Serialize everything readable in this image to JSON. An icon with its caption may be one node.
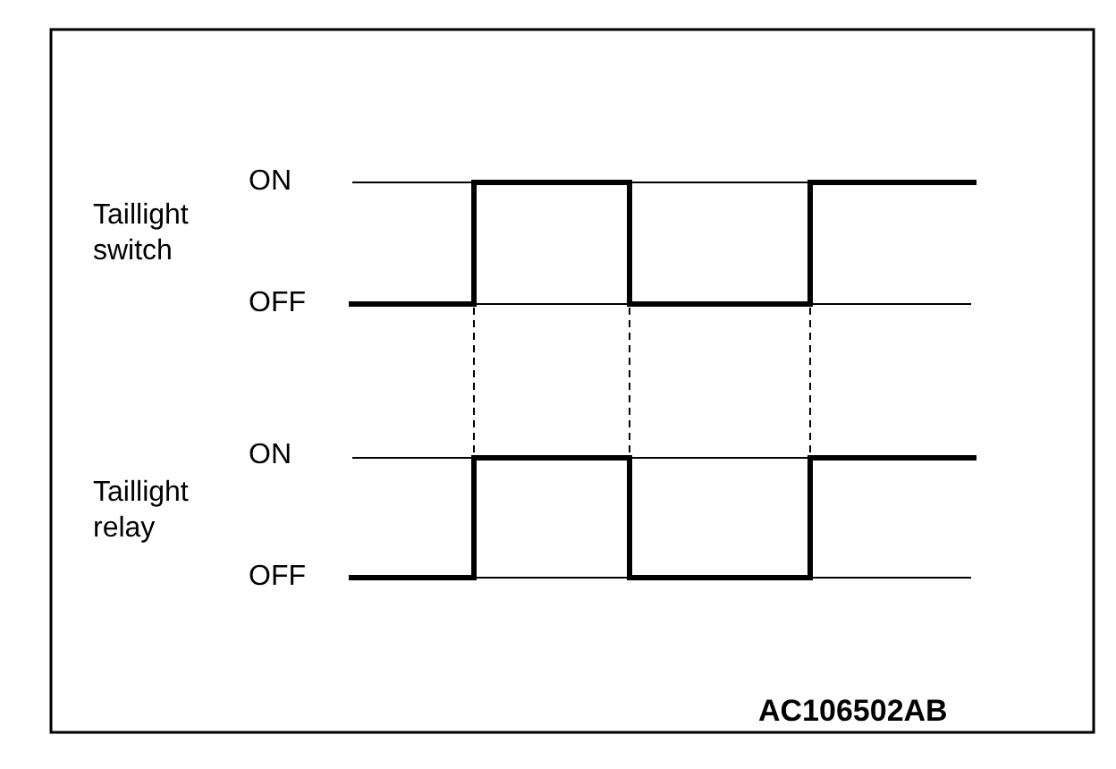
{
  "diagram": {
    "labels": [
      "ON",
      "Taillight switch",
      "OFF",
      "ON",
      "Taillight relay",
      "OFF",
      "AC106502AB"
    ]
  }
}
